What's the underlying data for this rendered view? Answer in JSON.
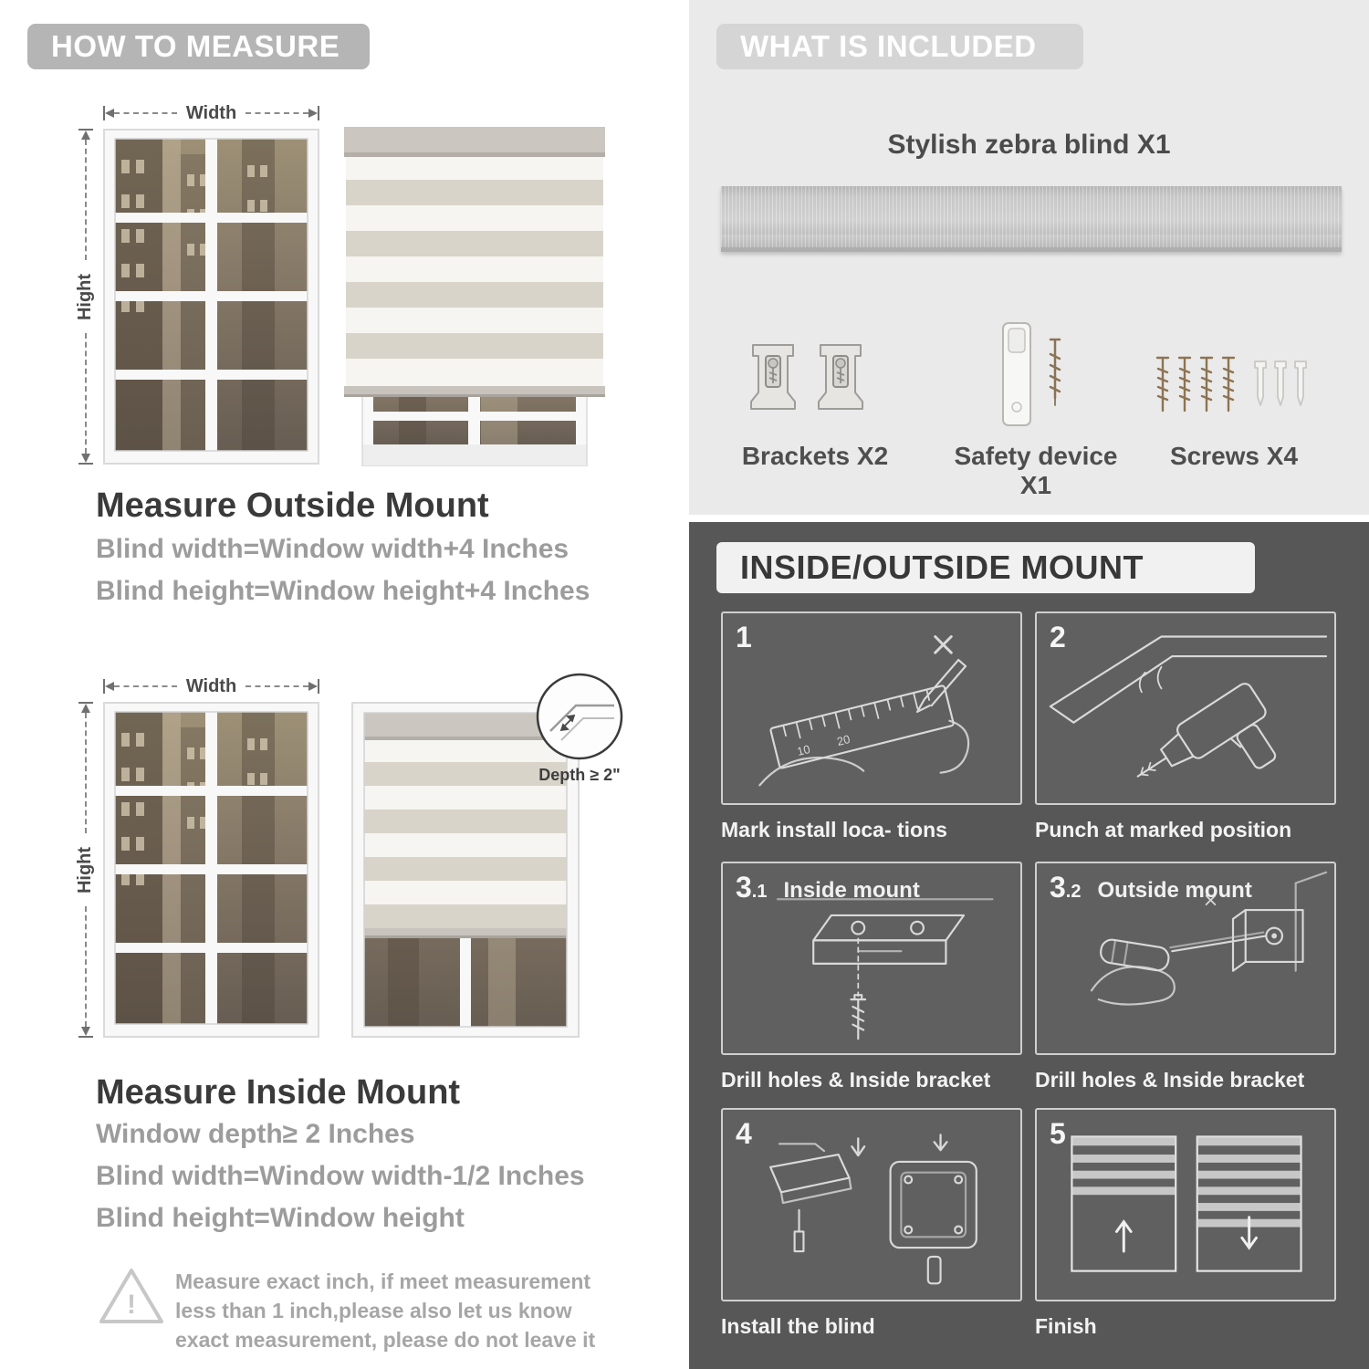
{
  "page": {
    "title": "Zebra blind measuring and installation guide"
  },
  "colors": {
    "header_badge": "#b5b5b5",
    "included_badge": "#d5d5d5",
    "panel_light": "#eaeaea",
    "panel_dark": "#575757",
    "text_dark": "#3a3a3a",
    "text_gray": "#9c9c9c",
    "blind_stripe_solid": "#d9d4ca",
    "blind_stripe_sheer": "#f6f5f1"
  },
  "icons": {
    "warning": "warning-triangle-icon",
    "depth_detail": "depth-detail-circle-icon",
    "bracket": "bracket-icon",
    "safety_device": "safety-device-icon",
    "screw": "screw-icon",
    "anchor": "wall-anchor-icon"
  },
  "left": {
    "header": "HOW TO MEASURE",
    "outside": {
      "width_label": "Width",
      "height_label": "Hight",
      "title": "Measure Outside Mount",
      "formulas": [
        "Blind width=Window width+4 Inches",
        "Blind height=Window height+4 Inches"
      ]
    },
    "inside": {
      "width_label": "Width",
      "height_label": "Hight",
      "depth_callout": "Depth ≥ 2\"",
      "title": "Measure Inside Mount",
      "formulas": [
        "Window depth≥ 2 Inches",
        "Blind width=Window width-1/2 Inches",
        "Blind height=Window height"
      ]
    },
    "warning_text": "Measure exact inch, if meet measurement less than 1 inch,please also let us know exact measurement, please do not leave it"
  },
  "right": {
    "included": {
      "header": "WHAT IS INCLUDED",
      "product_label": "Stylish zebra blind X1",
      "items": [
        {
          "name": "brackets",
          "label": "Brackets X2"
        },
        {
          "name": "safety-device",
          "label": "Safety device X1"
        },
        {
          "name": "screws",
          "label": "Screws X4"
        }
      ]
    },
    "mount": {
      "header": "INSIDE/OUTSIDE MOUNT",
      "steps": [
        {
          "num_main": "1",
          "num_sub": "",
          "inline_label": "",
          "caption": "Mark install loca- tions"
        },
        {
          "num_main": "2",
          "num_sub": "",
          "inline_label": "",
          "caption": "Punch at  marked position"
        },
        {
          "num_main": "3",
          "num_sub": ".1",
          "inline_label": "Inside mount",
          "caption": "Drill holes &  Inside bracket"
        },
        {
          "num_main": "3",
          "num_sub": ".2",
          "inline_label": "Outside mount",
          "caption": "Drill holes &  Inside bracket"
        },
        {
          "num_main": "4",
          "num_sub": "",
          "inline_label": "",
          "caption": "Install the blind"
        },
        {
          "num_main": "5",
          "num_sub": "",
          "inline_label": "",
          "caption": "Finish"
        }
      ]
    }
  }
}
